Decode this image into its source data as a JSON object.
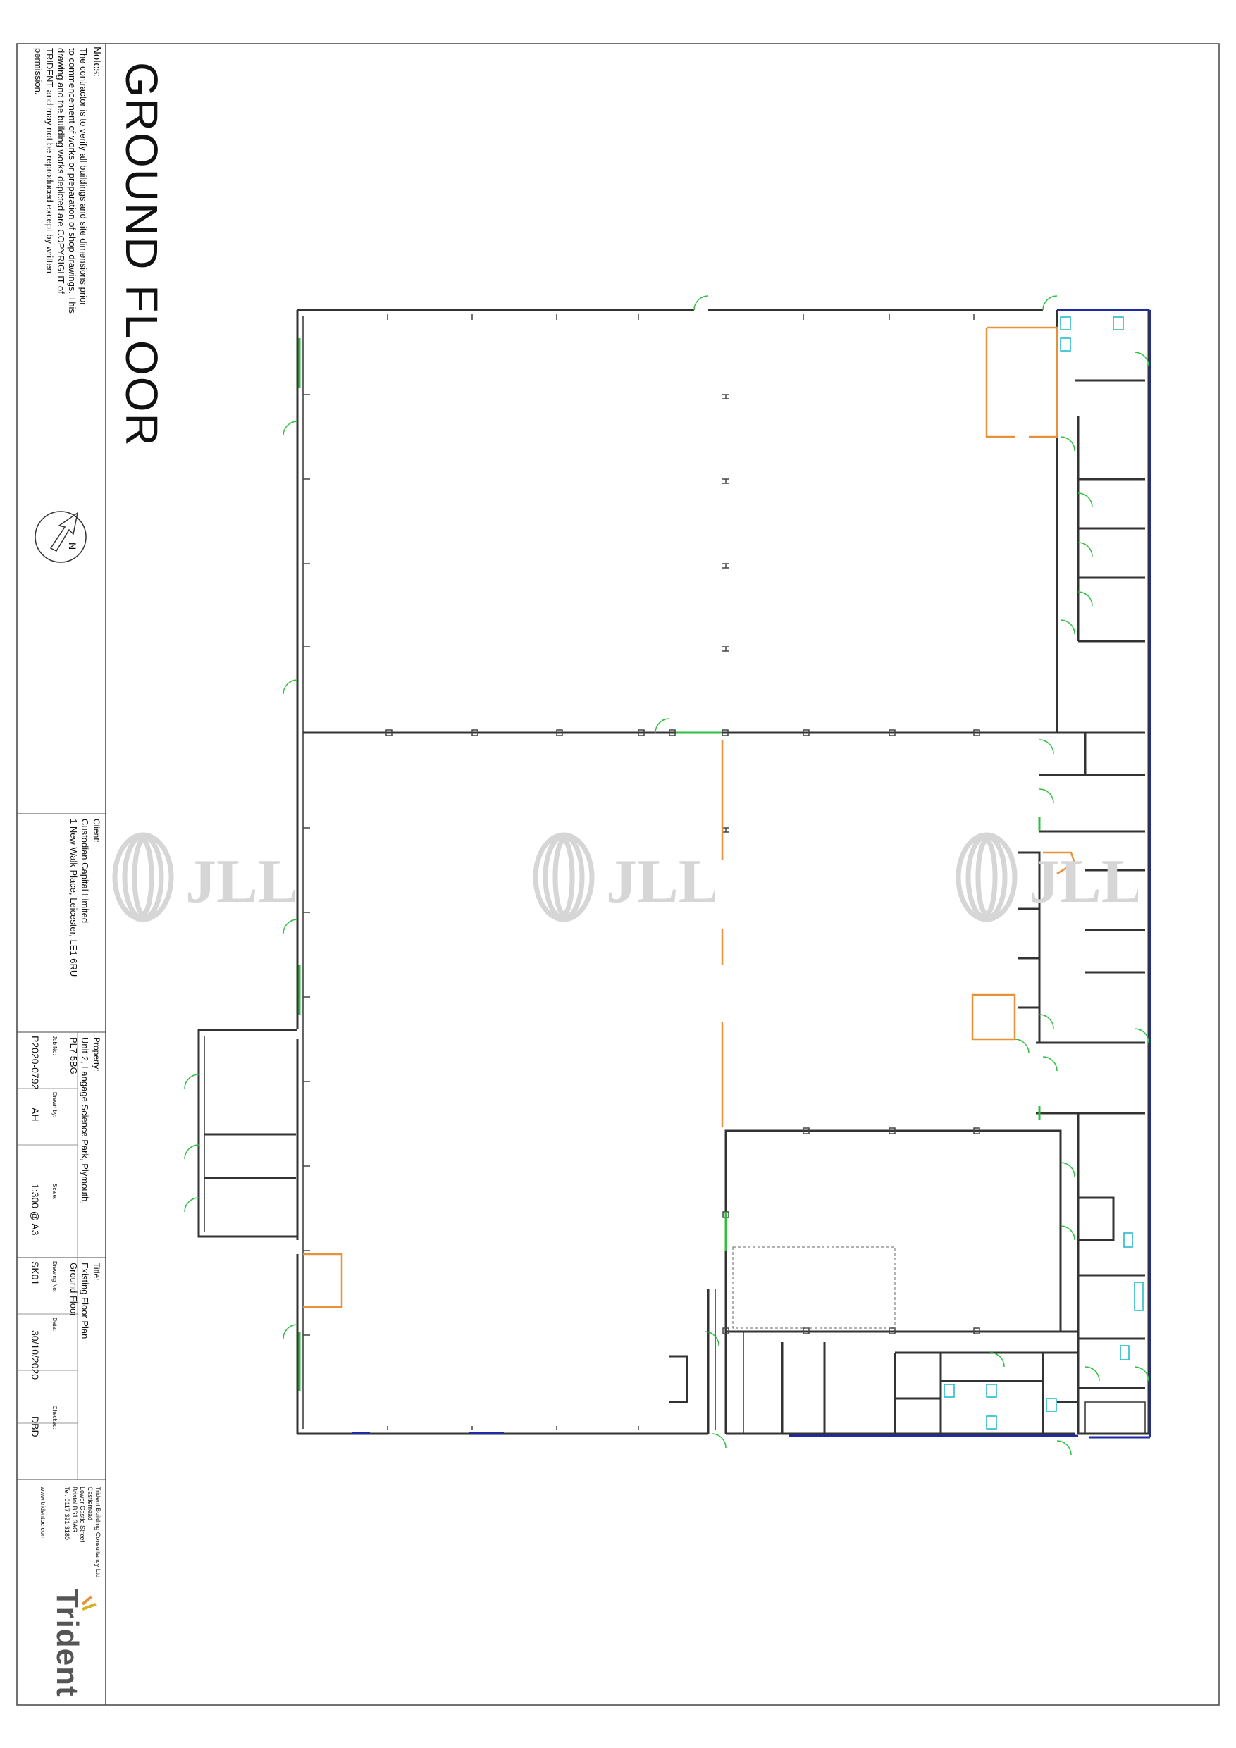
{
  "drawing": {
    "heading": "GROUND FLOOR",
    "notes_heading": "Notes:",
    "notes_text": "The contractor is to verify all buildings and site dimensions prior to commencement of works or preparation of shop drawings. This drawing and the building works depicted are COPYRIGHT of TRIDENT and may not be reproduced except by written permission.",
    "watermark_text": "JLL"
  },
  "title_block": {
    "client_label": "Client:",
    "client_name": "Custodian Capital Limited",
    "client_address": "1 New Walk Place, Leicester, LE1 6RU",
    "property_label": "Property:",
    "property_line1": "Unit 2, Langage Science Park, Plymouth,",
    "property_line2": "PL7 5BG",
    "job_no_label": "Job No:",
    "job_no": "P2020-0792",
    "drawn_by_label": "Drawn by:",
    "drawn_by": "AH",
    "scale_label": "Scale:",
    "scale": "1:300 @ A3",
    "title_label": "Title:",
    "title_line1": "Existing Floor Plan",
    "title_line2": "Ground Floor",
    "drawing_no_label": "Drawing No:",
    "drawing_no": "SK01",
    "date_label": "Date:",
    "date": "30/10/2020",
    "checked_label": "Checked:",
    "checked": "DBD",
    "company_line1": "Trident Building Consultancy Ltd",
    "company_line2": "Castlemead",
    "company_line3": "Lower Castle Street",
    "company_line4": "Bristol BS1 3AG",
    "company_tel": "Tel: 0117 321 3180",
    "company_web": "www.tridentbc.com",
    "logo_text": "Trident"
  },
  "colors": {
    "wall": "#333333",
    "door": "#2fbf3f",
    "orange": "#e8913a",
    "blue": "#1f2aa8",
    "cyan": "#18b6c8",
    "watermark": "#dcdcdc"
  }
}
